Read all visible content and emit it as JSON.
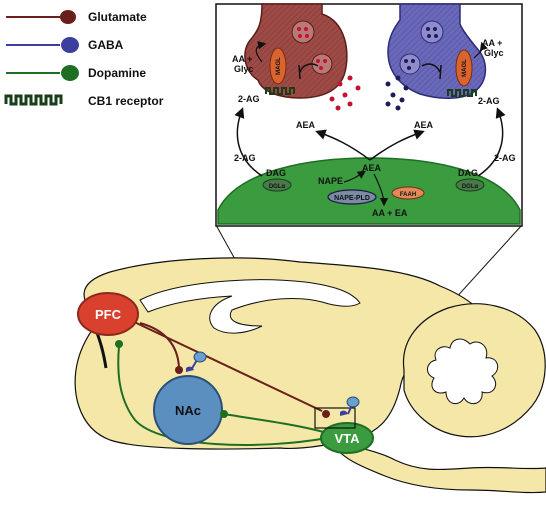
{
  "legend": {
    "items": [
      {
        "label": "Glutamate",
        "color": "#6b1f1a"
      },
      {
        "label": "GABA",
        "color": "#3d3f9e"
      },
      {
        "label": "Dopamine",
        "color": "#1e6e24"
      },
      {
        "label": "CB1 receptor",
        "color": "#1a3d1a"
      }
    ]
  },
  "colors": {
    "glutamate_terminal": "#9e4b47",
    "gaba_terminal": "#6a68b8",
    "postsynaptic_cell": "#3a9b3f",
    "brain": "#f4e7a8",
    "pfc": "#d9412e",
    "nac": "#5b8fbf",
    "vta": "#3a9b3f",
    "magl": "#d9642e"
  },
  "inset": {
    "magl_left": "MAGL",
    "magl_right": "MAGL",
    "aa_glyc_left": "AA +\nGlyc",
    "aa_glyc_right": "AA +\nGlyc",
    "two_ag_syn_left": "2-AG",
    "two_ag_syn_right": "2-AG",
    "aea_left": "AEA",
    "aea_right": "AEA",
    "two_ag_side_left": "2-AG",
    "two_ag_side_right": "2-AG",
    "dag_left": "DAG",
    "dag_right": "DAG",
    "dgla_left": "DGLα",
    "dgla_right": "DGLα",
    "nape": "NAPE",
    "aea_center": "AEA",
    "nape_pld": "NAPE-PLD",
    "faah": "FAAH",
    "aa_ea": "AA + EA"
  },
  "brain": {
    "pfc": "PFC",
    "nac": "NAc",
    "vta": "VTA"
  }
}
